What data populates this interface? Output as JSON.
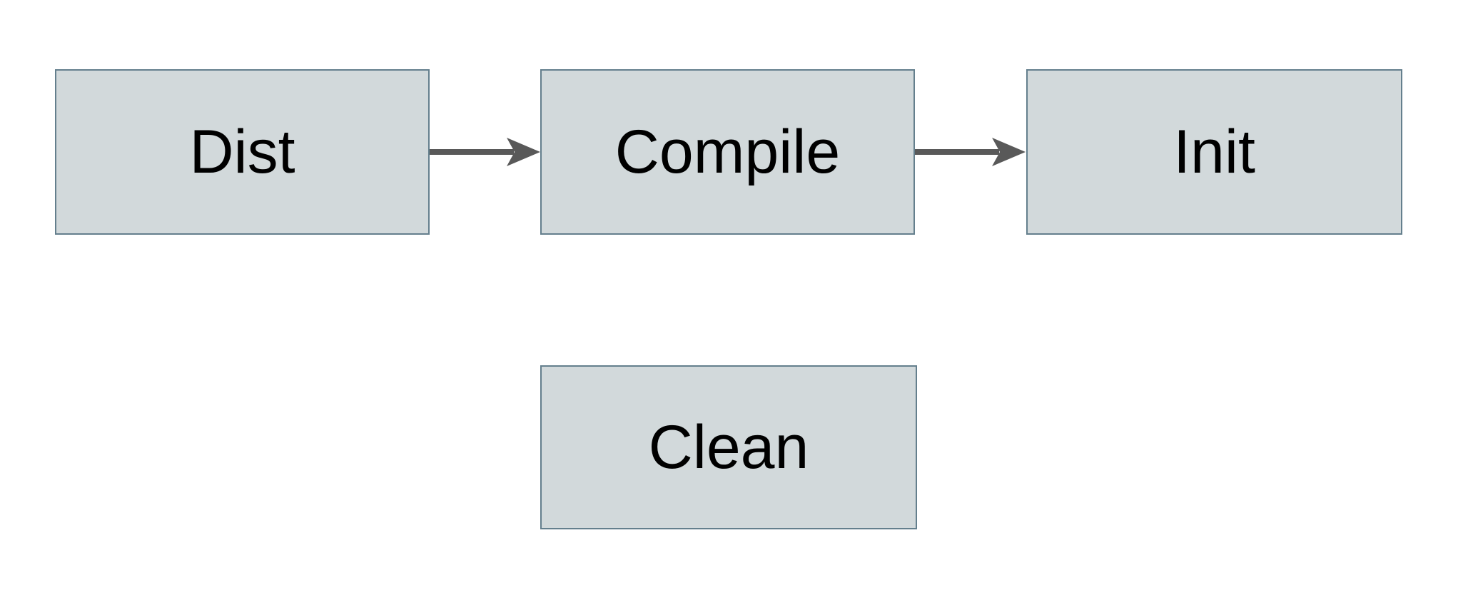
{
  "diagram": {
    "type": "flowchart",
    "nodes": [
      {
        "id": "dist",
        "label": "Dist"
      },
      {
        "id": "compile",
        "label": "Compile"
      },
      {
        "id": "init",
        "label": "Init"
      },
      {
        "id": "clean",
        "label": "Clean"
      }
    ],
    "edges": [
      {
        "from": "Dist",
        "to": "Compile",
        "style": "arrow"
      },
      {
        "from": "Compile",
        "to": "Init",
        "style": "arrow"
      }
    ],
    "colors": {
      "canvas_bg": "#ffffff",
      "box_fill": "#d2d9db",
      "box_border": "#647f8d",
      "arrow_color": "#595959",
      "text_color": "#000000"
    }
  }
}
